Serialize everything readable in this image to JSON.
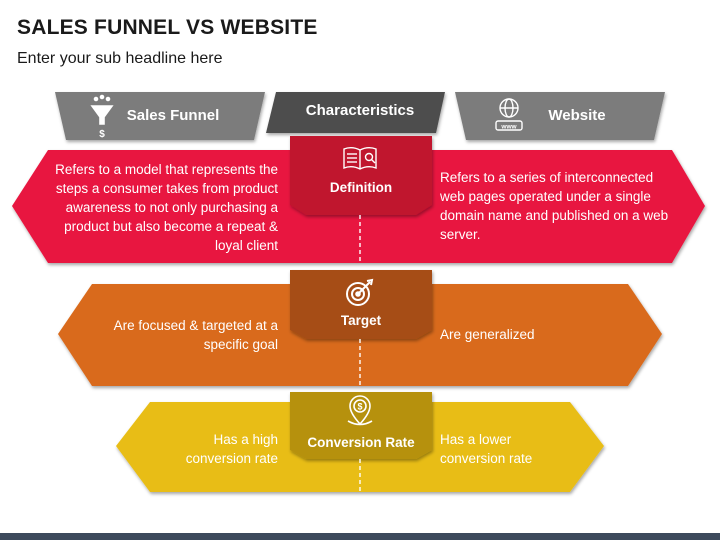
{
  "title": "SALES FUNNEL VS WEBSITE",
  "subtitle": "Enter your sub headline here",
  "headers": {
    "left": "Sales Funnel",
    "center": "Characteristics",
    "right": "Website"
  },
  "rows": [
    {
      "label": "Definition",
      "icon": "book-icon",
      "left_text": "Refers to a model that represents the steps a consumer takes from product awareness to not only purchasing a product but also become a repeat & loyal client",
      "right_text": "Refers to a series of interconnected web pages operated under a single domain name and published on a web server.",
      "color": "#e8173f",
      "tab_color": "#c2102f"
    },
    {
      "label": "Target",
      "icon": "target-icon",
      "left_text": "Are focused & targeted at a specific goal",
      "right_text": "Are generalized",
      "color": "#d86a1a",
      "tab_color": "#a84e12"
    },
    {
      "label": "Conversion Rate",
      "icon": "dollar-pin-icon",
      "left_text": "Has a high conversion rate",
      "right_text": "Has a lower conversion rate",
      "color": "#e7bd12",
      "tab_color": "#b8930d"
    }
  ],
  "colors": {
    "header_gray": "#7a7a7a",
    "header_dark": "#4a4a4a"
  }
}
